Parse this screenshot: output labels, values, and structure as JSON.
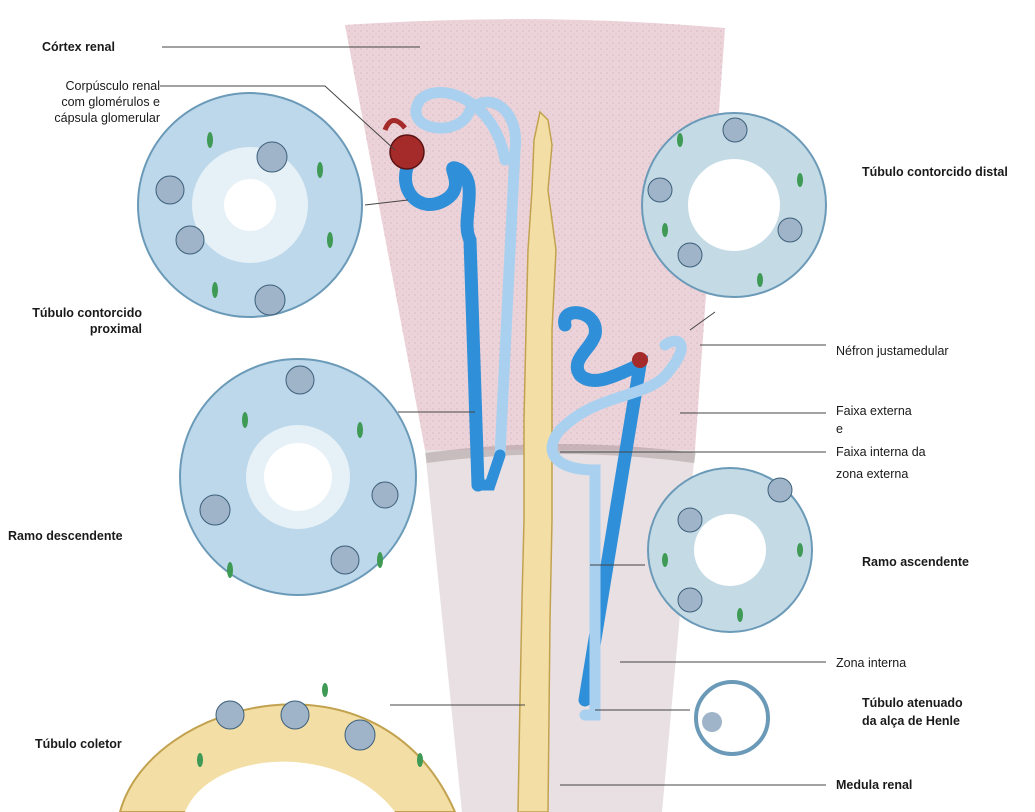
{
  "labels": {
    "cortex": "Córtex renal",
    "corpuscle": [
      "Corpúsculo renal",
      "com glomérulos e",
      "cápsula glomerular"
    ],
    "pct": [
      "Túbulo contorcido",
      "proximal"
    ],
    "descending": "Ramo descendente",
    "collecting": "Túbulo coletor",
    "dct": "Túbulo contorcido distal",
    "juxta": "Néfron justamedular",
    "bands": [
      "Faixa externa",
      "e",
      "Faixa interna da",
      "zona externa"
    ],
    "ascending": "Ramo ascendente",
    "inner_zone": "Zona interna",
    "thin": [
      "Túbulo atenuado",
      "da alça de Henle"
    ],
    "medulla": "Medula renal"
  },
  "colors": {
    "cortex_fill": "#ecd3d9",
    "medulla_fill": "#e8e0e2",
    "tubule_dark": "#2f8fd8",
    "tubule_light": "#a9d1ef",
    "collecting_duct": "#f3dfa6",
    "glomerulus": "#a52a2a",
    "cell_green": "#3f9a55",
    "nucleus": "#9fb4c8"
  }
}
